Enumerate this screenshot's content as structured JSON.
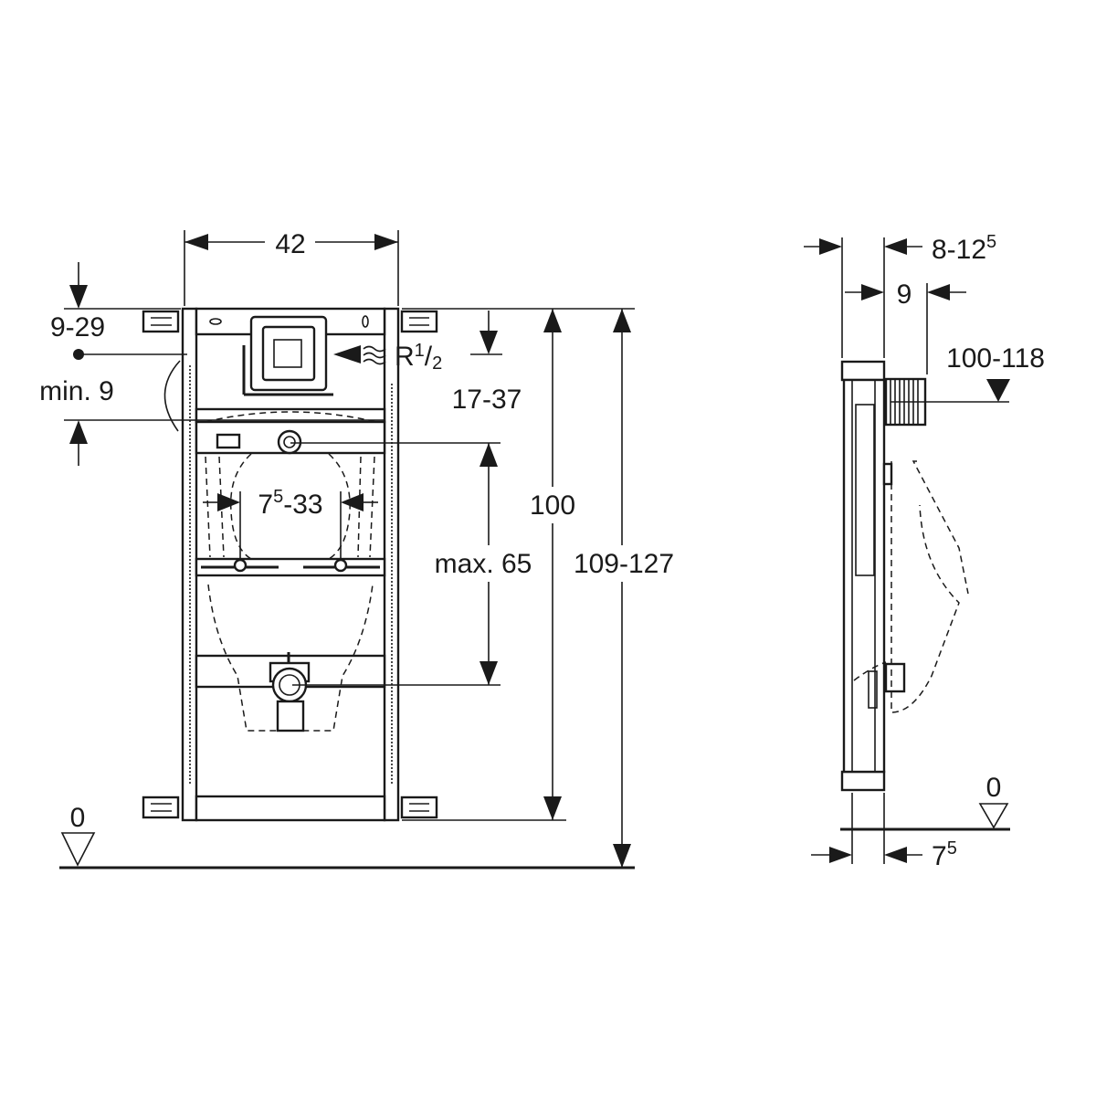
{
  "front_view": {
    "width_label": "42",
    "top_offset_label": "9-29",
    "min_label": "min. 9",
    "supply": {
      "base": "R",
      "sup": "1",
      "sep": "/",
      "sub": "2"
    },
    "inlet_label": "17-37",
    "bracket_spacing": {
      "base": "7",
      "sup": "5",
      "rest": "-33"
    },
    "frame_height_label": "100",
    "outlet_label": "max. 65",
    "total_height_label": "109-127",
    "floor_label": "0"
  },
  "side_view": {
    "depth_label": {
      "base": "8-12",
      "sup": "5"
    },
    "pipe_depth_label": "9",
    "pipe_height_label": "100-118",
    "floor_label": "0",
    "foot_depth_label": {
      "base": "7",
      "sup": "5"
    }
  }
}
